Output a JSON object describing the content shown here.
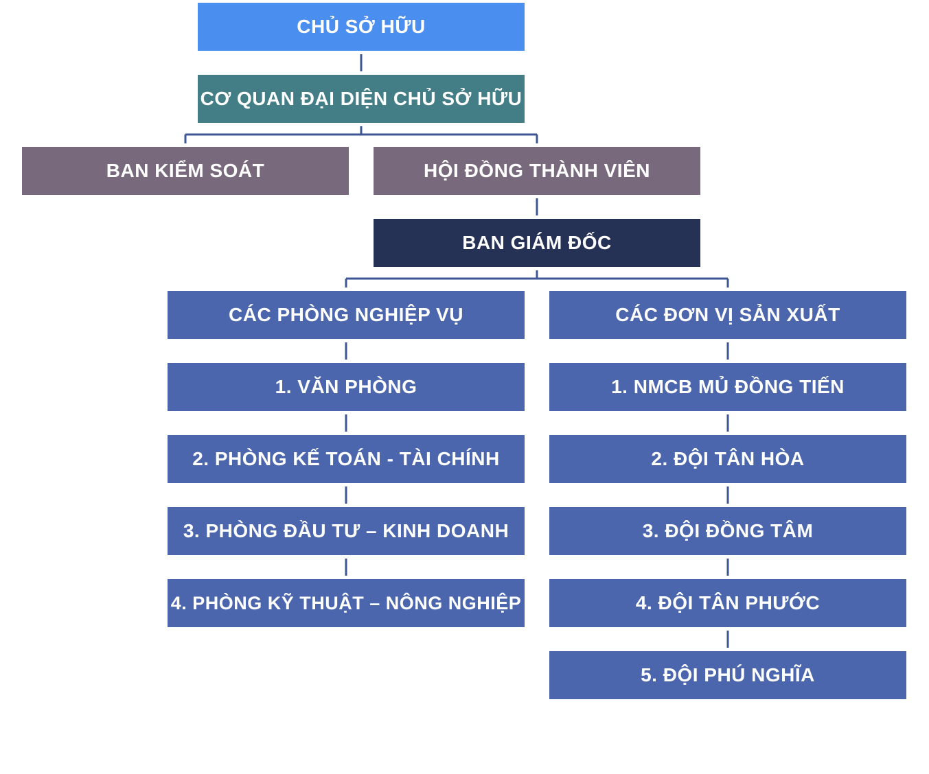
{
  "colors": {
    "owner": "#4a8ef0",
    "representative": "#437e86",
    "board": "#786a7c",
    "directors": "#263255",
    "unit": "#4b66ad",
    "connector": "#3f5696"
  },
  "nodes": {
    "owner": "CHỦ SỞ HỮU",
    "representative": "CƠ QUAN ĐẠI DIỆN CHỦ SỞ HỮU",
    "supervisory_board": "BAN KIỂM SOÁT",
    "members_council": "HỘI ĐỒNG THÀNH VIÊN",
    "board_of_directors": "BAN GIÁM ĐỐC",
    "functional_departments": {
      "title": "CÁC PHÒNG NGHIỆP VỤ",
      "items": [
        "1. VĂN PHÒNG",
        "2. PHÒNG KẾ TOÁN - TÀI CHÍNH",
        "3. PHÒNG ĐẦU TƯ – KINH DOANH",
        "4. PHÒNG KỸ THUẬT – NÔNG NGHIỆP"
      ]
    },
    "production_units": {
      "title": "CÁC ĐƠN VỊ SẢN XUẤT",
      "items": [
        "1. NMCB MỦ ĐỒNG TIẾN",
        "2. ĐỘI TÂN HÒA",
        "3. ĐỘI ĐỒNG TÂM",
        "4. ĐỘI TÂN PHƯỚC",
        "5. ĐỘI PHÚ NGHĨA"
      ]
    }
  }
}
